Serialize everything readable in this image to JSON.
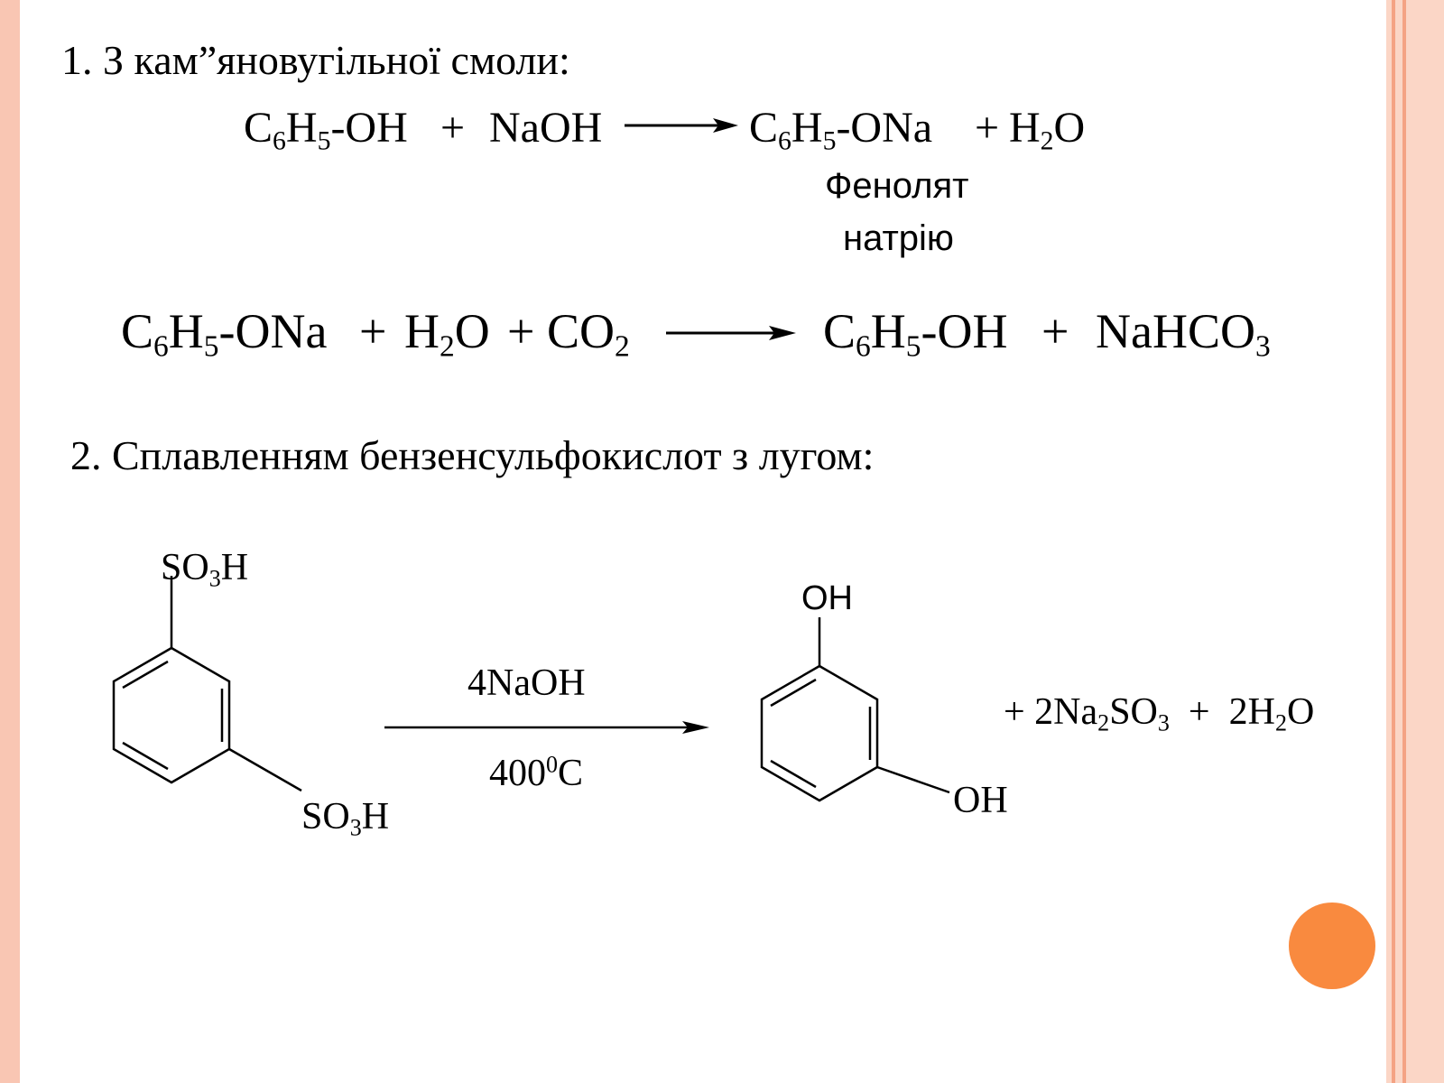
{
  "colors": {
    "frame": "#f9c6b3",
    "frame_line": "#f4a384",
    "accent_dot": "#f98a3f"
  },
  "heading1": "1. З кам”яновугільної смоли:",
  "reaction1": {
    "r1": "C6H5-OH",
    "plus1": "+",
    "r2": "NaOH",
    "p1": "C6H5-ONa",
    "plus2": "+",
    "p2": "H2O",
    "product_name_line1": "Фенолят",
    "product_name_line2": "натрію"
  },
  "reaction2": {
    "r1": "C6H5-ONa",
    "plus1": "+",
    "r2": "H2O",
    "plus2": "+",
    "r3": "CO2",
    "p1": "C6H5-OH",
    "plus3": "+",
    "p2": "NaHCO3"
  },
  "heading2": "2. Сплавленням бензенсульфокислот з лугом:",
  "reaction3": {
    "reactant_group_top": "SO3H",
    "reactant_group_bottom": "SO3H",
    "reagent_above": "4NaOH",
    "condition_below": "400⁰C",
    "product_group_top": "OH",
    "product_group_bottom": "OH",
    "byproducts": "+ 2Na2SO3 + 2H2O"
  }
}
